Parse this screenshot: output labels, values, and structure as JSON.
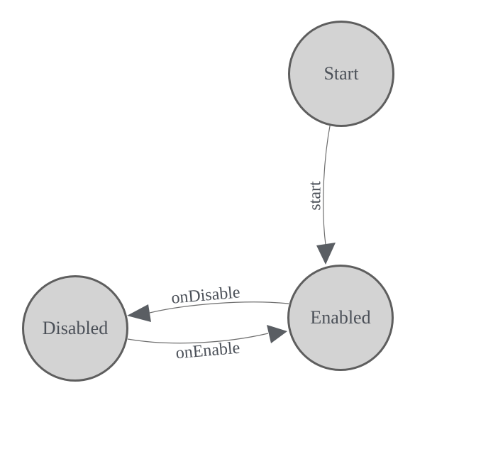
{
  "diagram": {
    "type": "state-machine",
    "background_color": "#ffffff",
    "node_fill_color": "#d3d3d3",
    "node_border_color": "#5e5e5e",
    "edge_line_color": "#6e6e6e",
    "arrowhead_color": "#5a5e63",
    "label_color": "#4b5058",
    "nodes": [
      {
        "id": "start",
        "label": "Start"
      },
      {
        "id": "enabled",
        "label": "Enabled"
      },
      {
        "id": "disabled",
        "label": "Disabled"
      }
    ],
    "edges": [
      {
        "id": "start-to-enabled",
        "label": "start",
        "from": "Start",
        "to": "Enabled"
      },
      {
        "id": "enabled-to-disabled",
        "label": "onDisable",
        "from": "Enabled",
        "to": "Disabled"
      },
      {
        "id": "disabled-to-enabled",
        "label": "onEnable",
        "from": "Disabled",
        "to": "Enabled"
      }
    ]
  }
}
